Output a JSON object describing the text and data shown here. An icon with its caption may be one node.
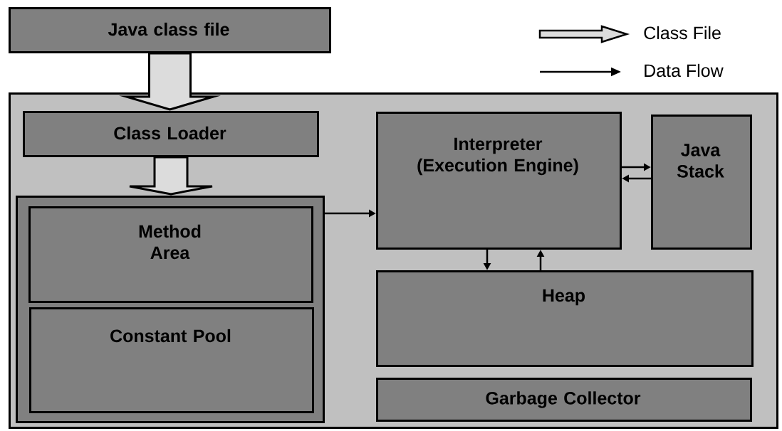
{
  "diagram": {
    "nodes": [
      {
        "text": [
          "Java class file"
        ]
      },
      {
        "text": [],
        "shape": "box"
      },
      {
        "text": [
          "Class Loader"
        ],
        "in": 1
      },
      {
        "text": [],
        "shape": "box",
        "in": 1
      },
      {
        "text": [
          "Method Area"
        ],
        "in": 3
      },
      {
        "text": [
          "Constant Pool"
        ],
        "in": 3
      },
      {
        "text": [
          "Interpreter (Execution Engine)"
        ],
        "in": 1
      },
      {
        "text": [
          "Java Stack"
        ],
        "in": 1
      },
      {
        "text": [
          "Heap"
        ],
        "in": 1
      },
      {
        "text": [
          "Garbage Collector"
        ],
        "in": 1
      }
    ],
    "edges": [
      {
        "from": 0,
        "to": 2,
        "arrow": "to",
        "style": "thick"
      },
      {
        "from": 2,
        "to": 3,
        "arrow": "to",
        "style": "thick"
      },
      {
        "from": 3,
        "to": 6,
        "arrow": "to"
      },
      {
        "from": 6,
        "to": 7,
        "arrow": "to"
      },
      {
        "from": 7,
        "to": 6,
        "arrow": "to"
      },
      {
        "from": 6,
        "to": 8,
        "arrow": "to"
      },
      {
        "from": 8,
        "to": 6,
        "arrow": "to"
      }
    ],
    "legend": [
      {
        "text": "Class File"
      },
      {
        "text": "Data Flow"
      }
    ]
  }
}
